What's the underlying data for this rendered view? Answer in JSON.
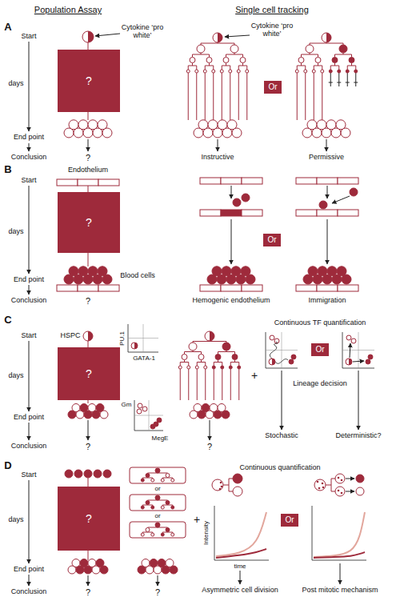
{
  "diagram": {
    "nodes": [
      {
        "text": [
          "?"
        ]
      },
      {
        "text": [
          "Or"
        ]
      },
      {
        "text": [
          "?"
        ]
      },
      {
        "text": [
          "Or"
        ]
      },
      {
        "text": [
          "?"
        ]
      },
      {
        "text": [
          "Or"
        ]
      },
      {
        "text": [
          "?"
        ]
      },
      {
        "text": [
          "Or"
        ]
      }
    ],
    "labels": [
      "Population Assay",
      "Single cell tracking",
      "A",
      "Start",
      "days",
      "End point",
      "Conclusion",
      "Cytokine ‘pro white’",
      "?",
      "Cytokine ‘pro white’",
      "Instructive",
      "Permissive",
      "B",
      "Start",
      "days",
      "End point",
      "Conclusion",
      "Endothelium",
      "Blood cells",
      "?",
      "Hemogenic endothelium",
      "Immigration",
      "C",
      "Start",
      "days",
      "End point",
      "Conclusion",
      "HSPC",
      "PU.1",
      "GATA-1",
      "Gm",
      "MegE",
      "?",
      "?",
      "+",
      "Continuous TF quantification",
      "Lineage decision",
      "Stochastic",
      "Deterministic?",
      "D",
      "Start",
      "days",
      "End point",
      "Conclusion",
      "or",
      "or",
      "?",
      "?",
      "+",
      "Continuous quantification",
      "Intensity",
      "time",
      "Asymmetric cell division",
      "Post mitotic mechanism"
    ]
  }
}
